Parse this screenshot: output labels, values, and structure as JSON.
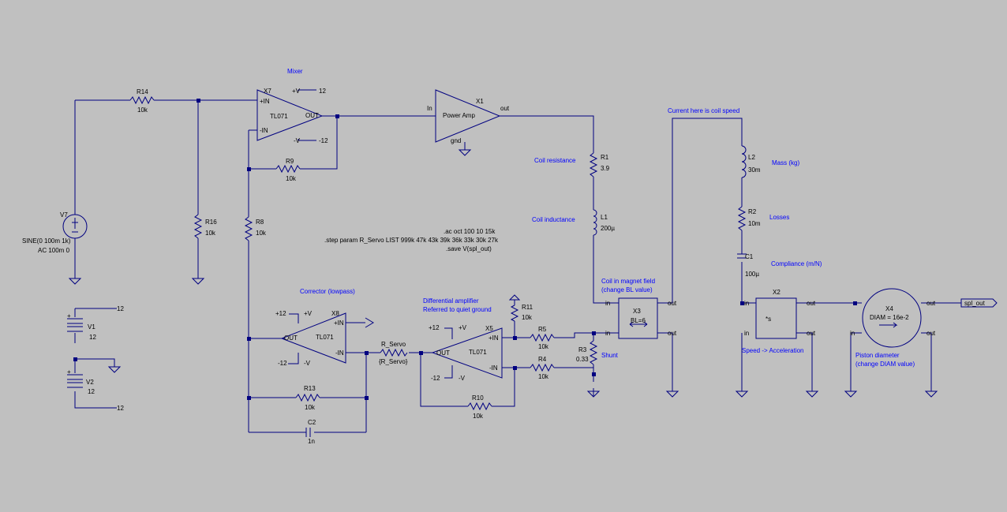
{
  "opamps": {
    "x7": {
      "ref": "X7",
      "model": "TL071",
      "pos_in": "+IN",
      "neg_in": "-IN",
      "out": "OUT",
      "vplus": "+V",
      "vminus": "-V",
      "vplus_supply": "12",
      "vminus_supply": "-12"
    },
    "x8": {
      "ref": "X8",
      "model": "TL071",
      "pos_in": "+IN",
      "neg_in": "-IN",
      "out": "OUT",
      "vplus": "+V",
      "vminus": "-V",
      "vplus_supply": "+12",
      "vminus_supply": "-12"
    },
    "x5": {
      "ref": "X5",
      "model": "TL071",
      "pos_in": "+IN",
      "neg_in": "-IN",
      "out": "OUT",
      "vplus": "+V",
      "vminus": "-V",
      "vplus_supply": "+12",
      "vminus_supply": "-12"
    }
  },
  "power_amp": {
    "ref": "X1",
    "name": "Power Amp",
    "in": "In",
    "out": "out",
    "gnd": "gnd"
  },
  "resistors": {
    "r14": {
      "ref": "R14",
      "value": "10k"
    },
    "r16": {
      "ref": "R16",
      "value": "10k"
    },
    "r8": {
      "ref": "R8",
      "value": "10k"
    },
    "r9": {
      "ref": "R9",
      "value": "10k"
    },
    "r13": {
      "ref": "R13",
      "value": "10k"
    },
    "r11": {
      "ref": "R11",
      "value": "10k"
    },
    "r5": {
      "ref": "R5",
      "value": "10k"
    },
    "r4": {
      "ref": "R4",
      "value": "10k"
    },
    "r10": {
      "ref": "R10",
      "value": "10k"
    },
    "r3": {
      "ref": "R3",
      "value": "0.33"
    },
    "r1": {
      "ref": "R1",
      "value": "3.9"
    },
    "r2": {
      "ref": "R2",
      "value": "10m"
    },
    "r_servo": {
      "ref": "R_Servo",
      "value": "{R_Servo}"
    }
  },
  "capacitors": {
    "c2": {
      "ref": "C2",
      "value": "1n"
    },
    "c1": {
      "ref": "C1",
      "value": "100µ"
    }
  },
  "inductors": {
    "l1": {
      "ref": "L1",
      "value": "200µ"
    },
    "l2": {
      "ref": "L2",
      "value": "30m"
    }
  },
  "sources": {
    "v7": {
      "ref": "V7",
      "line1": "SINE(0 100m 1k)",
      "line2": "AC 100m 0"
    },
    "v1": {
      "ref": "V1",
      "value": "12",
      "net": "12"
    },
    "v2": {
      "ref": "V2",
      "value": "12",
      "net": "12"
    }
  },
  "blocks": {
    "x3": {
      "ref": "X3",
      "param": "BL=6",
      "in1": "in",
      "in2": "in",
      "out1": "out",
      "out2": "out"
    },
    "x2": {
      "ref": "X2",
      "expr": "*s",
      "in1": "in",
      "in2": "in",
      "out1": "out",
      "out2": "out"
    },
    "x4": {
      "ref": "X4",
      "param": "DIAM = 16e-2",
      "in": "in",
      "out1": "out",
      "out2": "out"
    }
  },
  "netlabel": "spl_out",
  "directives": {
    "ac": ".ac oct 100 10 15k",
    "step": ".step param R_Servo LIST 999k 47k 43k 39k 36k 33k 30k 27k",
    "save": ".save V(spl_out)"
  },
  "comments": {
    "mixer": "Mixer",
    "corrector": "Corrector (lowpass)",
    "diff1": "Differential amplifier",
    "diff2": "Referred to quiet ground",
    "coil_res": "Coil resistance",
    "coil_ind": "Coil inductance",
    "coil_field1": "Coil in magnet field",
    "coil_field2": "(change BL value)",
    "current": "Current here is coil speed",
    "mass": "Mass (kg)",
    "losses": "Losses",
    "compliance": "Compliance (m/N)",
    "speed_acc": "Speed -> Acceleration",
    "piston1": "Piston diameter",
    "piston2": "(change DIAM value)",
    "shunt": "Shunt"
  }
}
